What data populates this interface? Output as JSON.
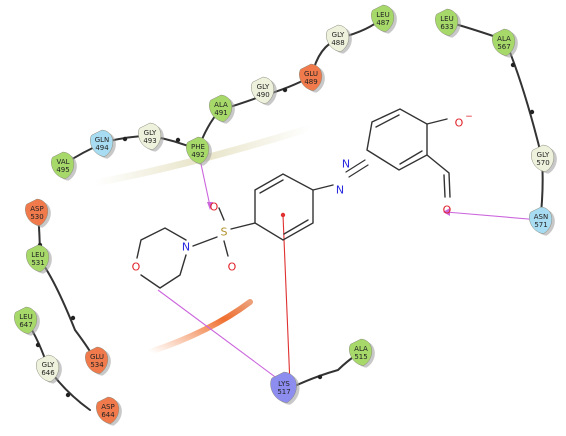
{
  "colors": {
    "green_residue": "#a6d96a",
    "pale_residue": "#eef1dc",
    "orange_residue": "#f07a4c",
    "cyan_residue": "#a8dcf2",
    "blue_residue": "#8d8df0",
    "oxygen": "#e0202a",
    "nitrogen": "#2a2adf",
    "sulfur": "#b0902a",
    "contact": "#cc66dd",
    "cation_pi": "#e03030"
  },
  "residues": [
    {
      "name": "LEU",
      "num": "487",
      "type": "green"
    },
    {
      "name": "GLY",
      "num": "488",
      "type": "pale"
    },
    {
      "name": "GLU",
      "num": "489",
      "type": "orange"
    },
    {
      "name": "GLY",
      "num": "490",
      "type": "pale"
    },
    {
      "name": "ALA",
      "num": "491",
      "type": "green"
    },
    {
      "name": "PHE",
      "num": "492",
      "type": "green"
    },
    {
      "name": "GLY",
      "num": "493",
      "type": "pale"
    },
    {
      "name": "GLN",
      "num": "494",
      "type": "cyan"
    },
    {
      "name": "VAL",
      "num": "495",
      "type": "green"
    },
    {
      "name": "LEU",
      "num": "633",
      "type": "green"
    },
    {
      "name": "ALA",
      "num": "567",
      "type": "green"
    },
    {
      "name": "GLY",
      "num": "570",
      "type": "pale"
    },
    {
      "name": "ASN",
      "num": "571",
      "type": "cyan"
    },
    {
      "name": "ASP",
      "num": "530",
      "type": "orange"
    },
    {
      "name": "LEU",
      "num": "531",
      "type": "green"
    },
    {
      "name": "LEU",
      "num": "647",
      "type": "green"
    },
    {
      "name": "GLY",
      "num": "646",
      "type": "pale"
    },
    {
      "name": "GLU",
      "num": "534",
      "type": "orange"
    },
    {
      "name": "ASP",
      "num": "644",
      "type": "orange"
    },
    {
      "name": "ALA",
      "num": "515",
      "type": "green"
    },
    {
      "name": "LYS",
      "num": "517",
      "type": "blue"
    }
  ],
  "atoms": {
    "oxide": "O",
    "oxide_charge": "−",
    "carbonyl_o": "O",
    "azo_n1": "N",
    "azo_n2": "N",
    "sulfur": "S",
    "sulfonyl_o1": "O",
    "sulfonyl_o2": "O",
    "morph_n": "N",
    "morph_o": "O"
  }
}
